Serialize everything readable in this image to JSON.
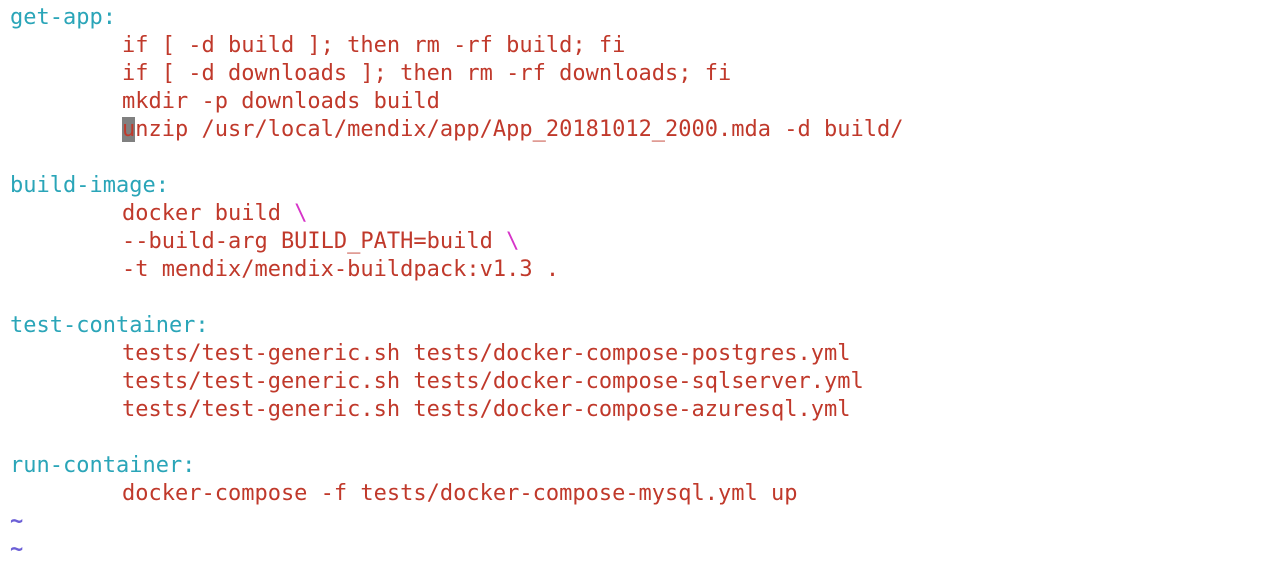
{
  "editor": {
    "colors": {
      "target": "#2aa5b8",
      "command": "#c0392b",
      "continuation": "#d633c8",
      "tilde": "#6b5fd6",
      "cursor": "#808080"
    },
    "get_app": {
      "label": "get-app:",
      "lines": [
        "if [ -d build ]; then rm -rf build; fi",
        "if [ -d downloads ]; then rm -rf downloads; fi",
        "mkdir -p downloads build"
      ],
      "cursor_char": "u",
      "cursor_line_rest": "nzip /usr/local/mendix/app/App_20181012_2000.mda -d build/"
    },
    "build_image": {
      "label": "build-image:",
      "line1": "docker build ",
      "line2": "--build-arg BUILD_PATH=build ",
      "continuation": "\\",
      "line3": "-t mendix/mendix-buildpack:v1.3 ."
    },
    "test_container": {
      "label": "test-container:",
      "lines": [
        "tests/test-generic.sh tests/docker-compose-postgres.yml",
        "tests/test-generic.sh tests/docker-compose-sqlserver.yml",
        "tests/test-generic.sh tests/docker-compose-azuresql.yml"
      ]
    },
    "run_container": {
      "label": "run-container:",
      "lines": [
        "docker-compose -f tests/docker-compose-mysql.yml up"
      ]
    },
    "tilde": "~"
  }
}
